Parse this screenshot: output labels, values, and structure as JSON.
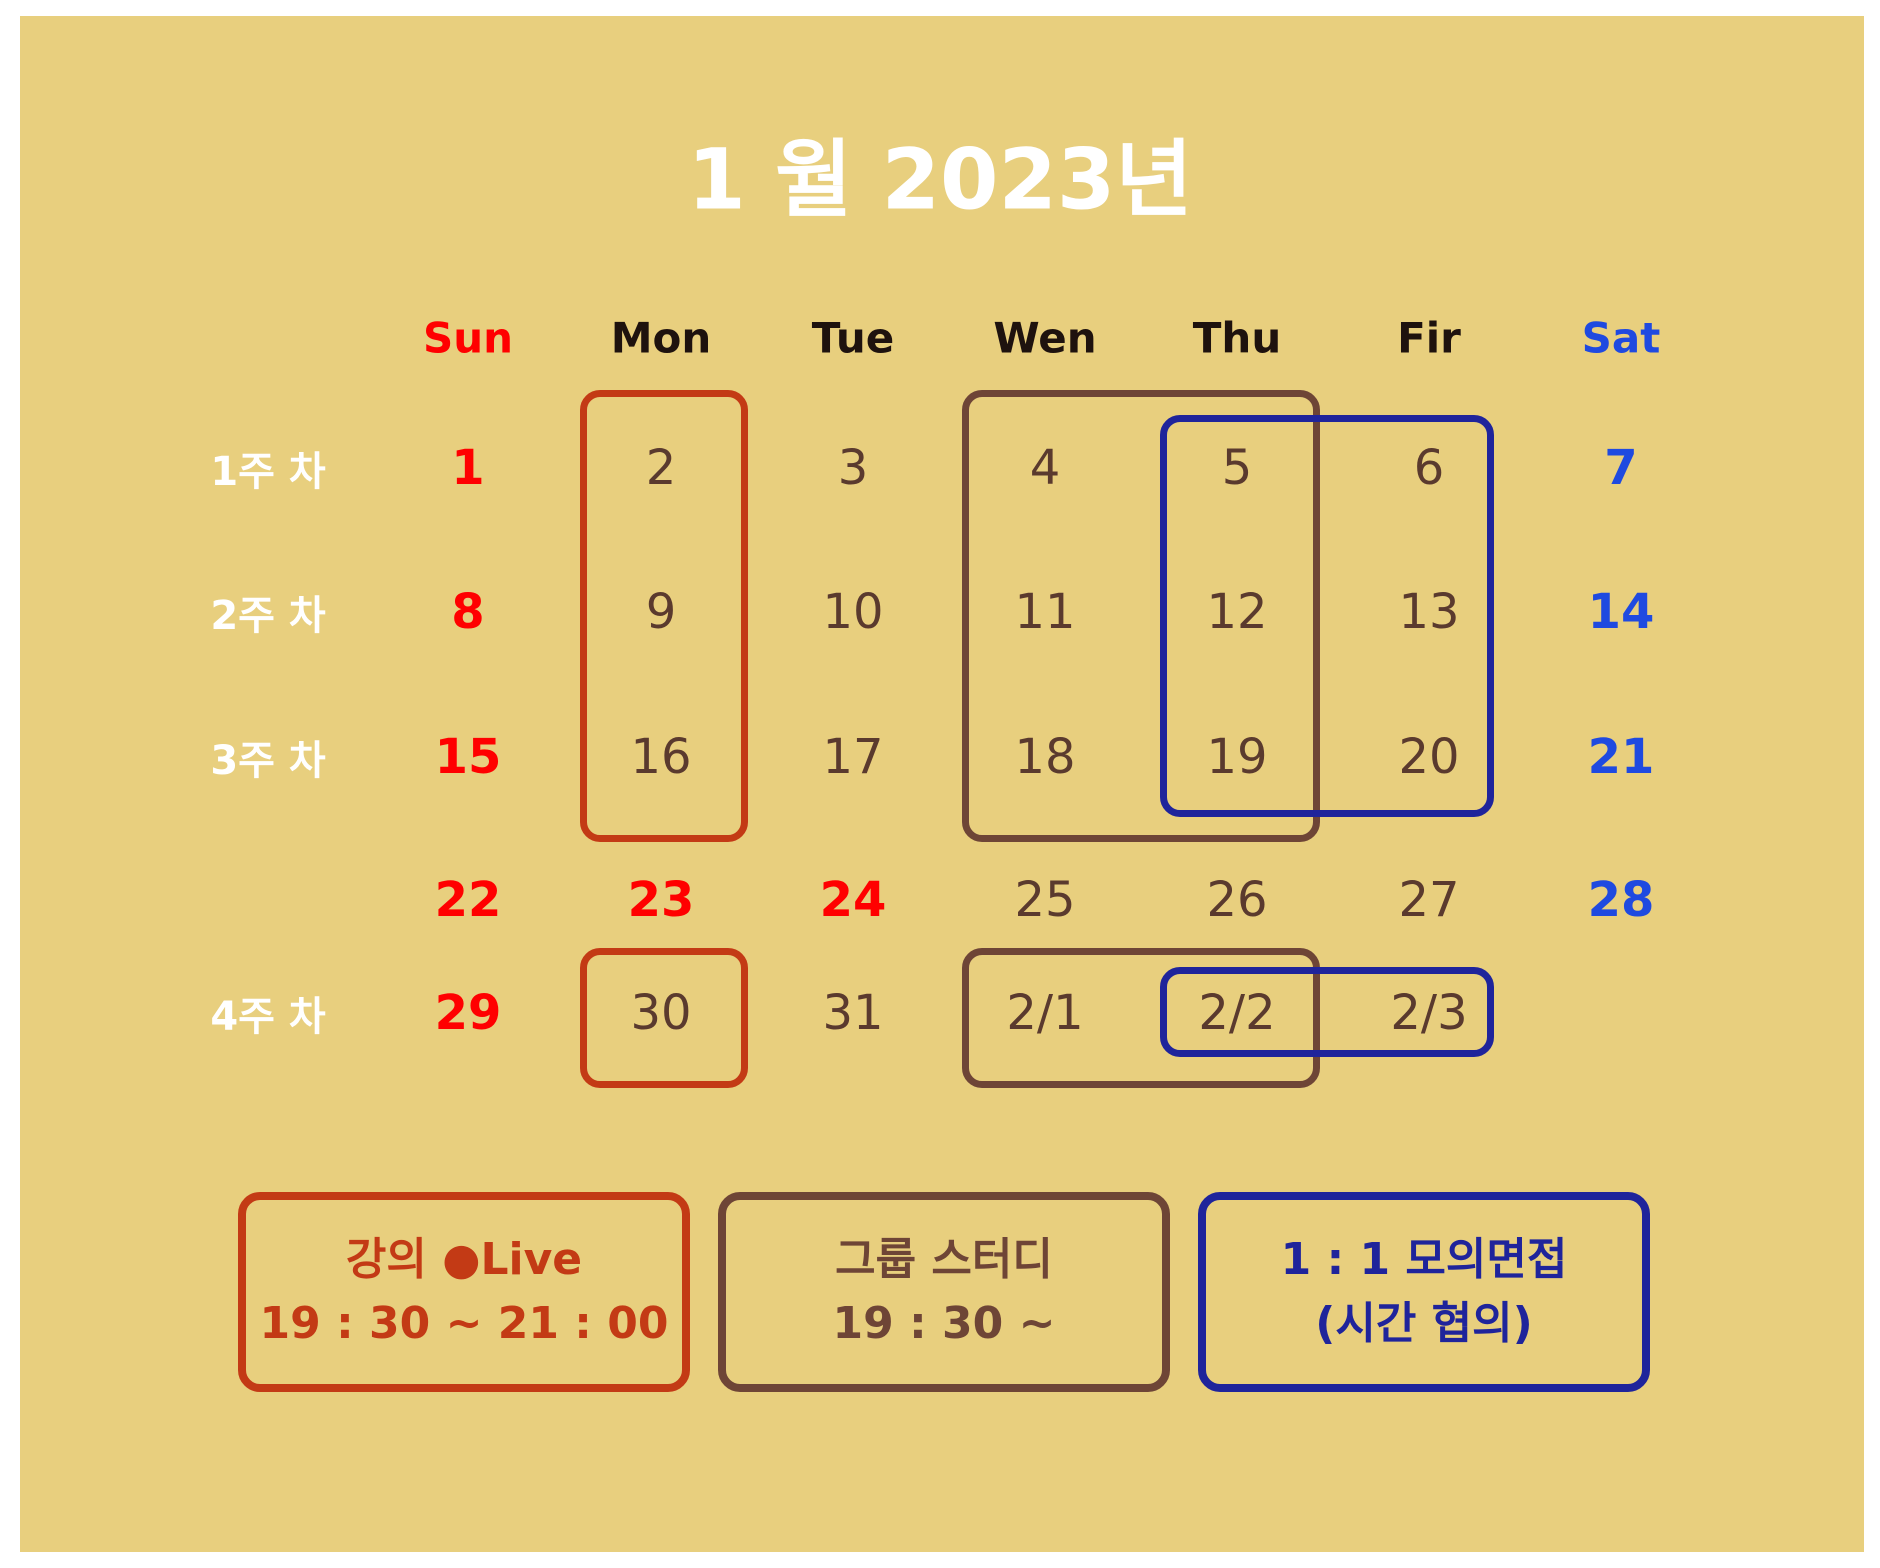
{
  "title": "1 월 2023년",
  "colors": {
    "background": "#e8cf7e",
    "sunday": "#ff0000",
    "saturday": "#1f4ae0",
    "weekday": "#5a3a2e",
    "week_label": "#ffffff",
    "lecture": "#c33a15",
    "study": "#6e4536",
    "interview": "#1f249b"
  },
  "weekdays": [
    "Sun",
    "Mon",
    "Tue",
    "Wen",
    "Thu",
    "Fir",
    "Sat"
  ],
  "week_labels": [
    "1주 차",
    "2주 차",
    "3주 차",
    "",
    "4주 차"
  ],
  "rows": [
    [
      "1",
      "2",
      "3",
      "4",
      "5",
      "6",
      "7"
    ],
    [
      "8",
      "9",
      "10",
      "11",
      "12",
      "13",
      "14"
    ],
    [
      "15",
      "16",
      "17",
      "18",
      "19",
      "20",
      "21"
    ],
    [
      "22",
      "23",
      "24",
      "25",
      "26",
      "27",
      "28"
    ],
    [
      "29",
      "30",
      "31",
      "2/1",
      "2/2",
      "2/3",
      ""
    ]
  ],
  "holiday_mon_tue_row": 3,
  "legend": {
    "lecture": {
      "line1": "강의 ●Live",
      "line2": "19 : 30 ~ 21 : 00"
    },
    "study": {
      "line1": "그룹 스터디",
      "line2": "19 : 30 ~"
    },
    "interview": {
      "line1": "1 : 1 모의면접",
      "line2": "(시간 협의)"
    }
  }
}
